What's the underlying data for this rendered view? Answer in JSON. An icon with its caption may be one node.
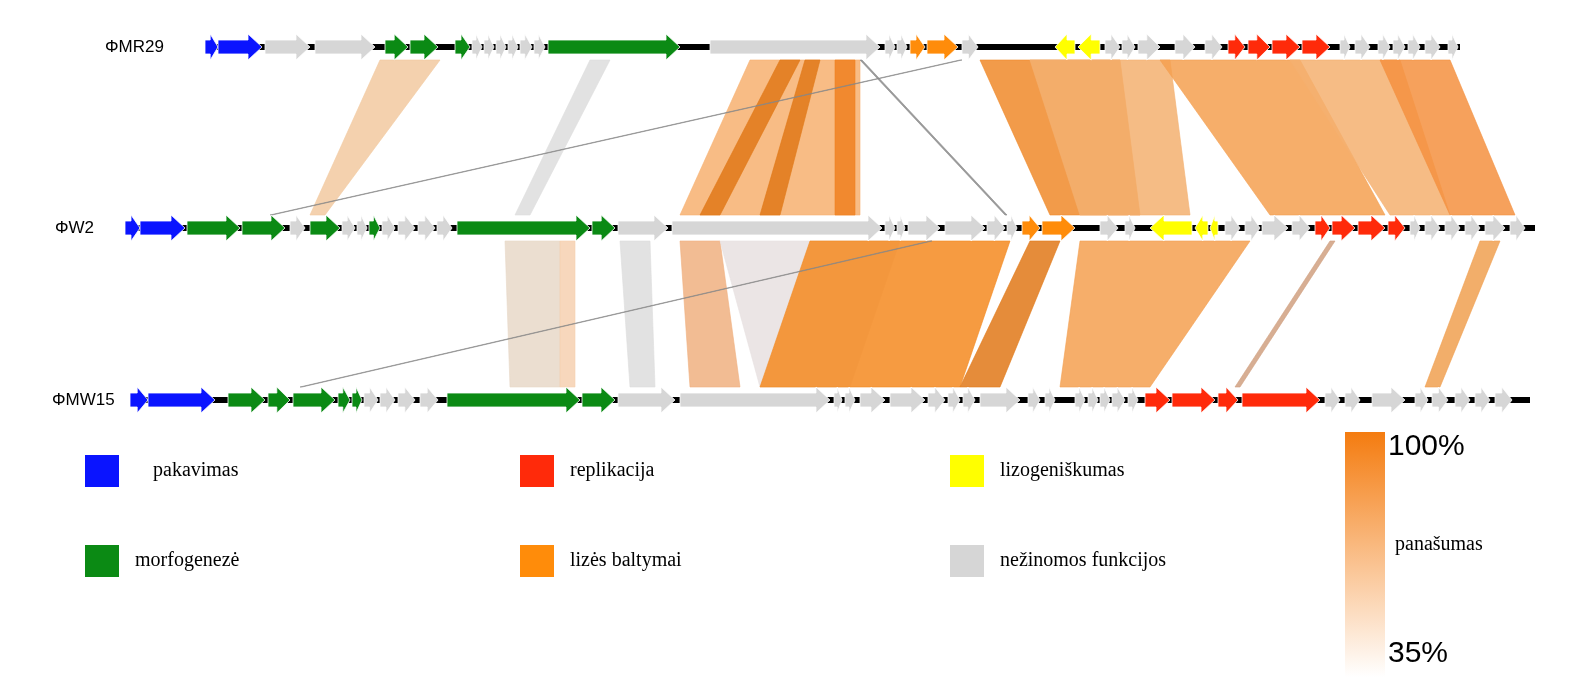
{
  "diagram": {
    "labels": [
      "ΦMR29",
      "ΦW2",
      "ΦMW15",
      "100%",
      "panašumas",
      "35%"
    ],
    "legend": [
      {
        "text": "pakavimas",
        "color": "#0a14ff"
      },
      {
        "text": "replikacija",
        "color": "#ff2a0a"
      },
      {
        "text": "lizogeniškumas",
        "color": "#ffff00"
      },
      {
        "text": "morfogenezė",
        "color": "#0b8a14"
      },
      {
        "text": "lizės baltymai",
        "color": "#ff8c0a"
      },
      {
        "text": "nežinomos funkcijos",
        "color": "#d6d6d6"
      }
    ]
  }
}
